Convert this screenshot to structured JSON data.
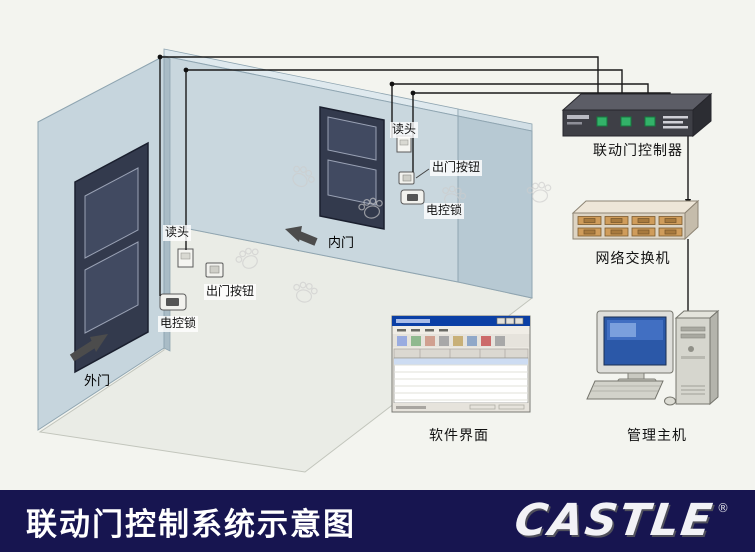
{
  "diagram": {
    "doors": {
      "outer": {
        "label": "外门",
        "reader": "读头",
        "exit_button": "出门按钮",
        "lock": "电控锁"
      },
      "inner": {
        "label": "内门",
        "reader": "读头",
        "exit_button": "出门按钮",
        "lock": "电控锁"
      }
    },
    "devices": {
      "controller": "联动门控制器",
      "switch": "网络交换机",
      "software": "软件界面",
      "host": "管理主机"
    }
  },
  "footer": {
    "title": "联动门控制系统示意图",
    "logo": "CASTLE",
    "registered": "®"
  },
  "colors": {
    "wall": "#c9d7de",
    "door": "#333a4d",
    "footer_bg": "#171550",
    "indicator_green": "#33b269",
    "switch_port": "#cf9c5b"
  }
}
